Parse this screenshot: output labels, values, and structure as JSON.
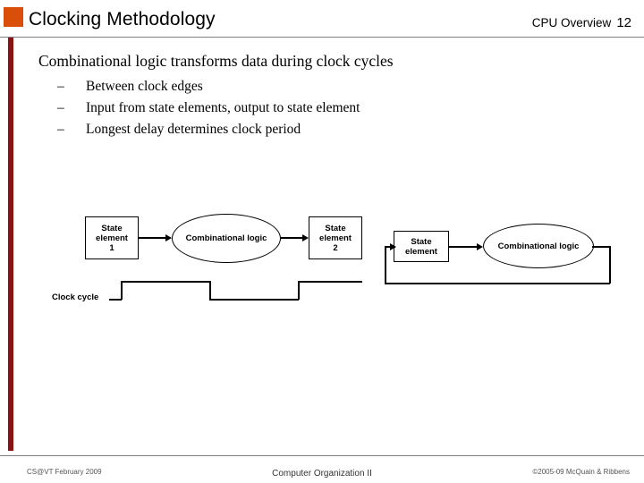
{
  "header": {
    "title": "Clocking Methodology",
    "section": "CPU Overview",
    "page_number": "12",
    "accent_color": "#d94f0a",
    "bar_color": "#8c1111"
  },
  "body": {
    "bullet": "Combinational logic transforms data during clock cycles",
    "dash": "–",
    "sub_items": [
      "Between clock edges",
      "Input from state elements, output to state element",
      "Longest delay determines clock period"
    ]
  },
  "figure": {
    "left_diagram": {
      "state1_line1": "State",
      "state1_line2": "element",
      "state1_line3": "1",
      "logic_label": "Combinational logic",
      "state2_line1": "State",
      "state2_line2": "element",
      "state2_line3": "2",
      "clock_label": "Clock cycle"
    },
    "right_diagram": {
      "state_line1": "State",
      "state_line2": "element",
      "logic_label": "Combinational logic"
    }
  },
  "footer": {
    "left": "CS@VT February 2009",
    "center": "Computer Organization II",
    "right": "©2005-09  McQuain & Ribbens"
  }
}
